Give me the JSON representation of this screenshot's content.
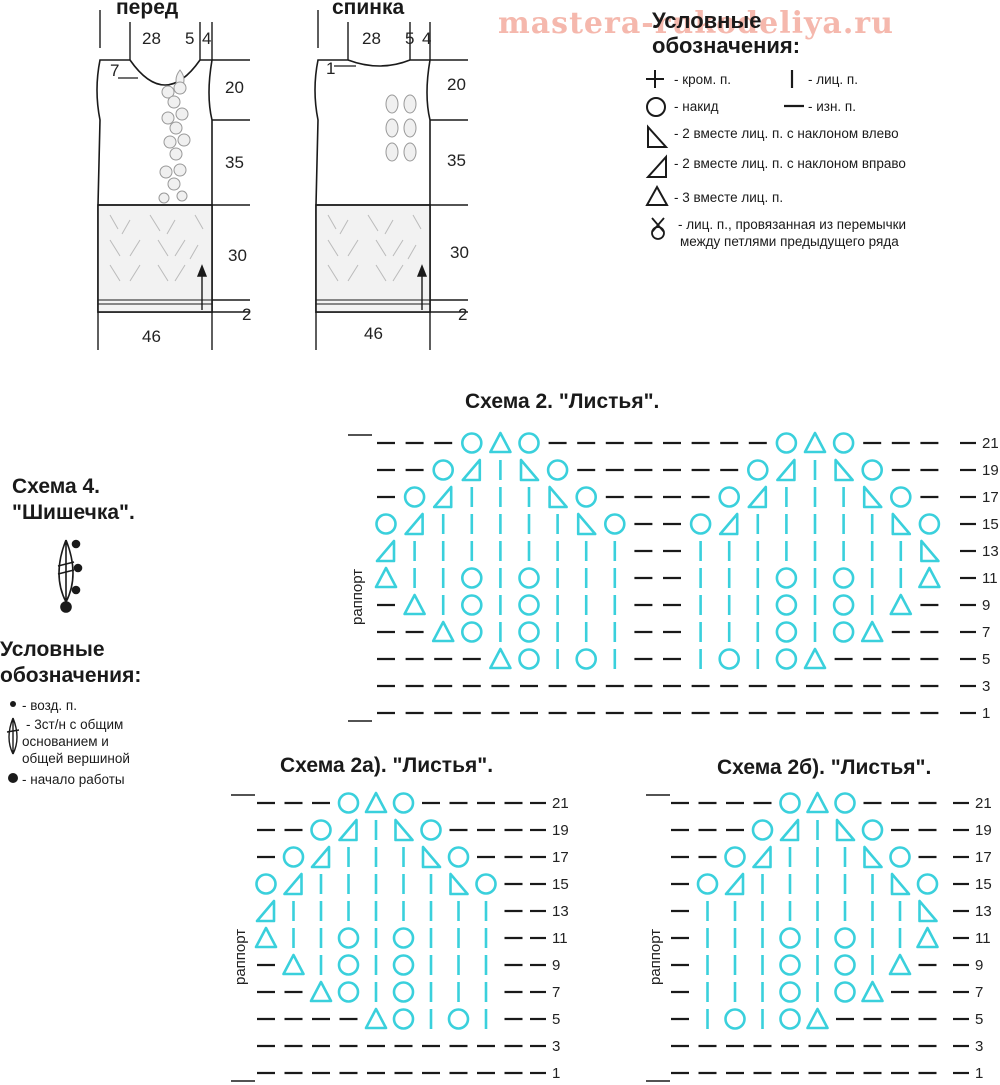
{
  "watermark": "mastera-rukodeliya.ru",
  "garment": {
    "front_title": "перед",
    "back_title": "спинка",
    "front_dims": {
      "neck": "28",
      "shoulder_a": "5",
      "shoulder_b": "4",
      "yoke": "20",
      "mid": "35",
      "skirt": "30",
      "hem": "2",
      "width": "46",
      "neck_drop": "7"
    },
    "back_dims": {
      "neck": "28",
      "shoulder_a": "5",
      "shoulder_b": "4",
      "yoke": "20",
      "mid": "35",
      "skirt": "30",
      "hem": "2",
      "width": "46",
      "neck_drop": "1"
    }
  },
  "legend_knit": {
    "title_line1": "Условные",
    "title_line2": "обозначения:",
    "items": [
      {
        "icon": "plus-icon",
        "text": "- кром. п."
      },
      {
        "icon": "vertical-bar-icon",
        "text": "- лиц. п."
      },
      {
        "icon": "circle-icon",
        "text": "- накид"
      },
      {
        "icon": "dash-icon",
        "text": "- изн. п."
      },
      {
        "icon": "triangle-left-icon",
        "text": "- 2  вместе лиц. п. с наклоном влево"
      },
      {
        "icon": "triangle-right-icon",
        "text": "- 2  вместе лиц. п. с наклоном вправо"
      },
      {
        "icon": "triangle-icon",
        "text": "- 3 вместе лиц. п."
      },
      {
        "icon": "crossed-loop-icon",
        "text": "- лиц. п., провязанная из перемычки"
      },
      {
        "icon": "",
        "text": "между петлями предыдущего ряда"
      }
    ]
  },
  "scheme4": {
    "title_line1": "Схема 4.",
    "title_line2": "\"Шишечка\"."
  },
  "legend_crochet": {
    "title_line1": "Условные",
    "title_line2": "обозначения:",
    "items": [
      {
        "icon": "small-dot-icon",
        "text": "- возд. п."
      },
      {
        "icon": "cluster-icon",
        "text": "- 3ст/н с общим"
      },
      {
        "icon": "",
        "text": "основанием и"
      },
      {
        "icon": "",
        "text": "общей вершиной"
      },
      {
        "icon": "big-dot-icon",
        "text": "- начало работы"
      }
    ]
  },
  "schemes": [
    {
      "title": "Схема 2. \"Листья\".",
      "repeat_label": "раппорт",
      "rows": [
        "21",
        "19",
        "17",
        "15",
        "13",
        "11",
        "9",
        "7",
        "5",
        "3",
        "1"
      ]
    },
    {
      "title": "Схема 2а). \"Листья\".",
      "repeat_label": "раппорт",
      "rows": [
        "21",
        "19",
        "17",
        "15",
        "13",
        "11",
        "9",
        "7",
        "5",
        "3",
        "1"
      ]
    },
    {
      "title": "Схема 2б). \"Листья\".",
      "repeat_label": "раппорт",
      "rows": [
        "21",
        "19",
        "17",
        "15",
        "13",
        "11",
        "9",
        "7",
        "5",
        "3",
        "1"
      ]
    }
  ],
  "colors": {
    "symbol": "#3ad0dc",
    "ink": "#1a1a1a",
    "watermark": "#f5b8ad"
  }
}
